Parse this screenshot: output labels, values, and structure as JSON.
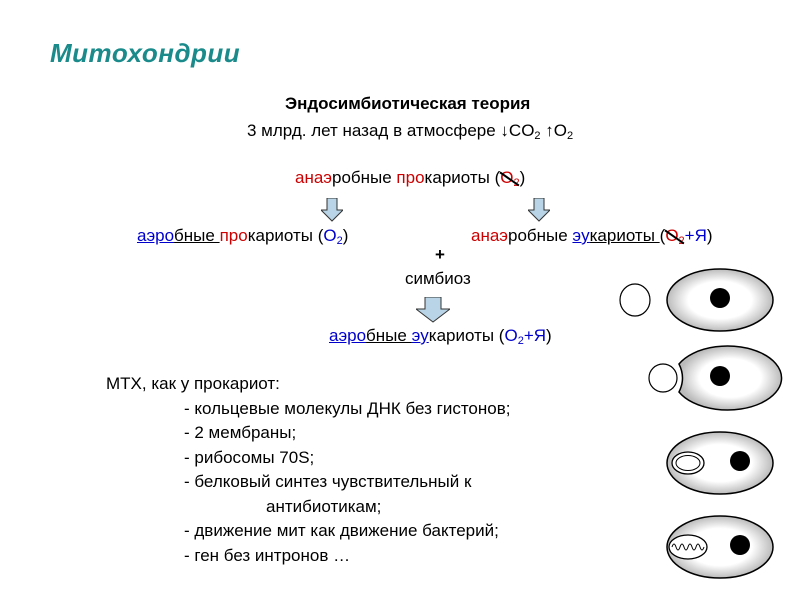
{
  "title": "Митохондрии",
  "theory": {
    "heading": "Эндосимбиотическая теория",
    "line2_prefix": "3 млрд. лет назад в атмосфере ↓CO",
    "line2_sub1": "2",
    "line2_mid": " ↑O",
    "line2_sub2": "2"
  },
  "top_node": {
    "a": "анаэ",
    "b": "робные ",
    "c": "про",
    "d": "кариоты (",
    "e": "O",
    "f": "2",
    "g": ")"
  },
  "left_node": {
    "a": "аэро",
    "b": "бные ",
    "c": "про",
    "d": "кариоты (",
    "e": "O",
    "f": "2",
    "g": ")"
  },
  "right_node": {
    "a": "анаэ",
    "b": "робные ",
    "c": "эу",
    "d": "кариоты ",
    "e": "(",
    "f": "O",
    "g": "2",
    "h": "+Я",
    "i": ")"
  },
  "plus": "+",
  "symbiosis": "симбиоз",
  "bottom_node": {
    "a": "аэро",
    "b": "бные ",
    "c": "эу",
    "d": "кариоты (",
    "e": "O",
    "f": "2",
    "g": "+Я",
    "h": ")"
  },
  "mtx": {
    "heading": "МТХ, как у прокариот:",
    "items": [
      "- кольцевые молекулы ДНК без гистонов;",
      "- 2 мембраны;",
      "- рибосомы  70S;",
      "- белковый  синтез  чувствительный  к",
      "антибиотикам;",
      "- движение  мит  как движение  бактерий;",
      "- ген без интронов  …"
    ]
  },
  "colors": {
    "title": "#1b8a8a",
    "red": "#cc0000",
    "blue": "#0000cc",
    "arrow_fill": "#b9d4e6"
  }
}
